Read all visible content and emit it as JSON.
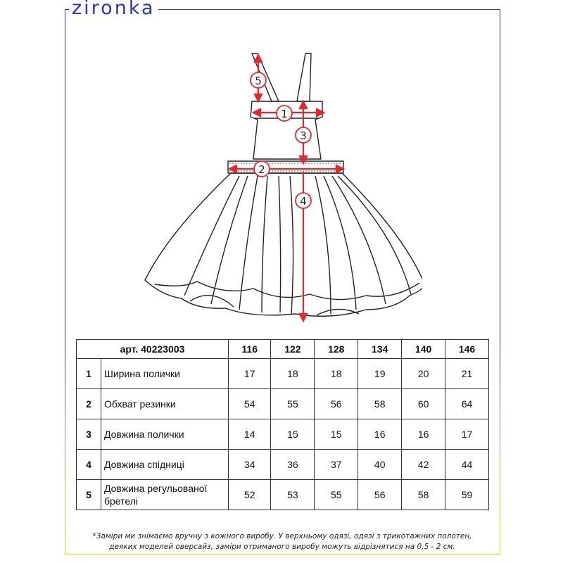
{
  "brand": {
    "logo": "zironka"
  },
  "colors": {
    "frame_top": "#2a33c8",
    "frame_bottom": "#e8d800",
    "measure": "#e8242c",
    "logo": "#2a33c8"
  },
  "diagram": {
    "labels": [
      "1",
      "2",
      "3",
      "4",
      "5"
    ]
  },
  "table": {
    "article": "арт. 40223003",
    "sizes": [
      "116",
      "122",
      "128",
      "134",
      "140",
      "146"
    ],
    "rows": [
      {
        "n": "1",
        "name": "Ширина полички",
        "values": [
          "17",
          "18",
          "18",
          "19",
          "20",
          "21"
        ]
      },
      {
        "n": "2",
        "name": "Обхват резинки",
        "values": [
          "54",
          "55",
          "56",
          "58",
          "60",
          "64"
        ]
      },
      {
        "n": "3",
        "name": "Довжина полички",
        "values": [
          "14",
          "15",
          "15",
          "16",
          "16",
          "17"
        ]
      },
      {
        "n": "4",
        "name": "Довжина спідниці",
        "values": [
          "34",
          "36",
          "37",
          "40",
          "42",
          "44"
        ]
      },
      {
        "n": "5",
        "name": "Довжина регульованої бретелі",
        "values": [
          "52",
          "53",
          "55",
          "56",
          "58",
          "59"
        ]
      }
    ]
  },
  "footnote": {
    "line1": "*Заміри ми знімаємо вручну з кожного виробу. У верхньому одязі, одязі з трикотажних полотен,",
    "line2": "деяких моделей оверсайз, заміри отриманого виробу можуть відрізнятися на 0,5 - 2 см."
  }
}
